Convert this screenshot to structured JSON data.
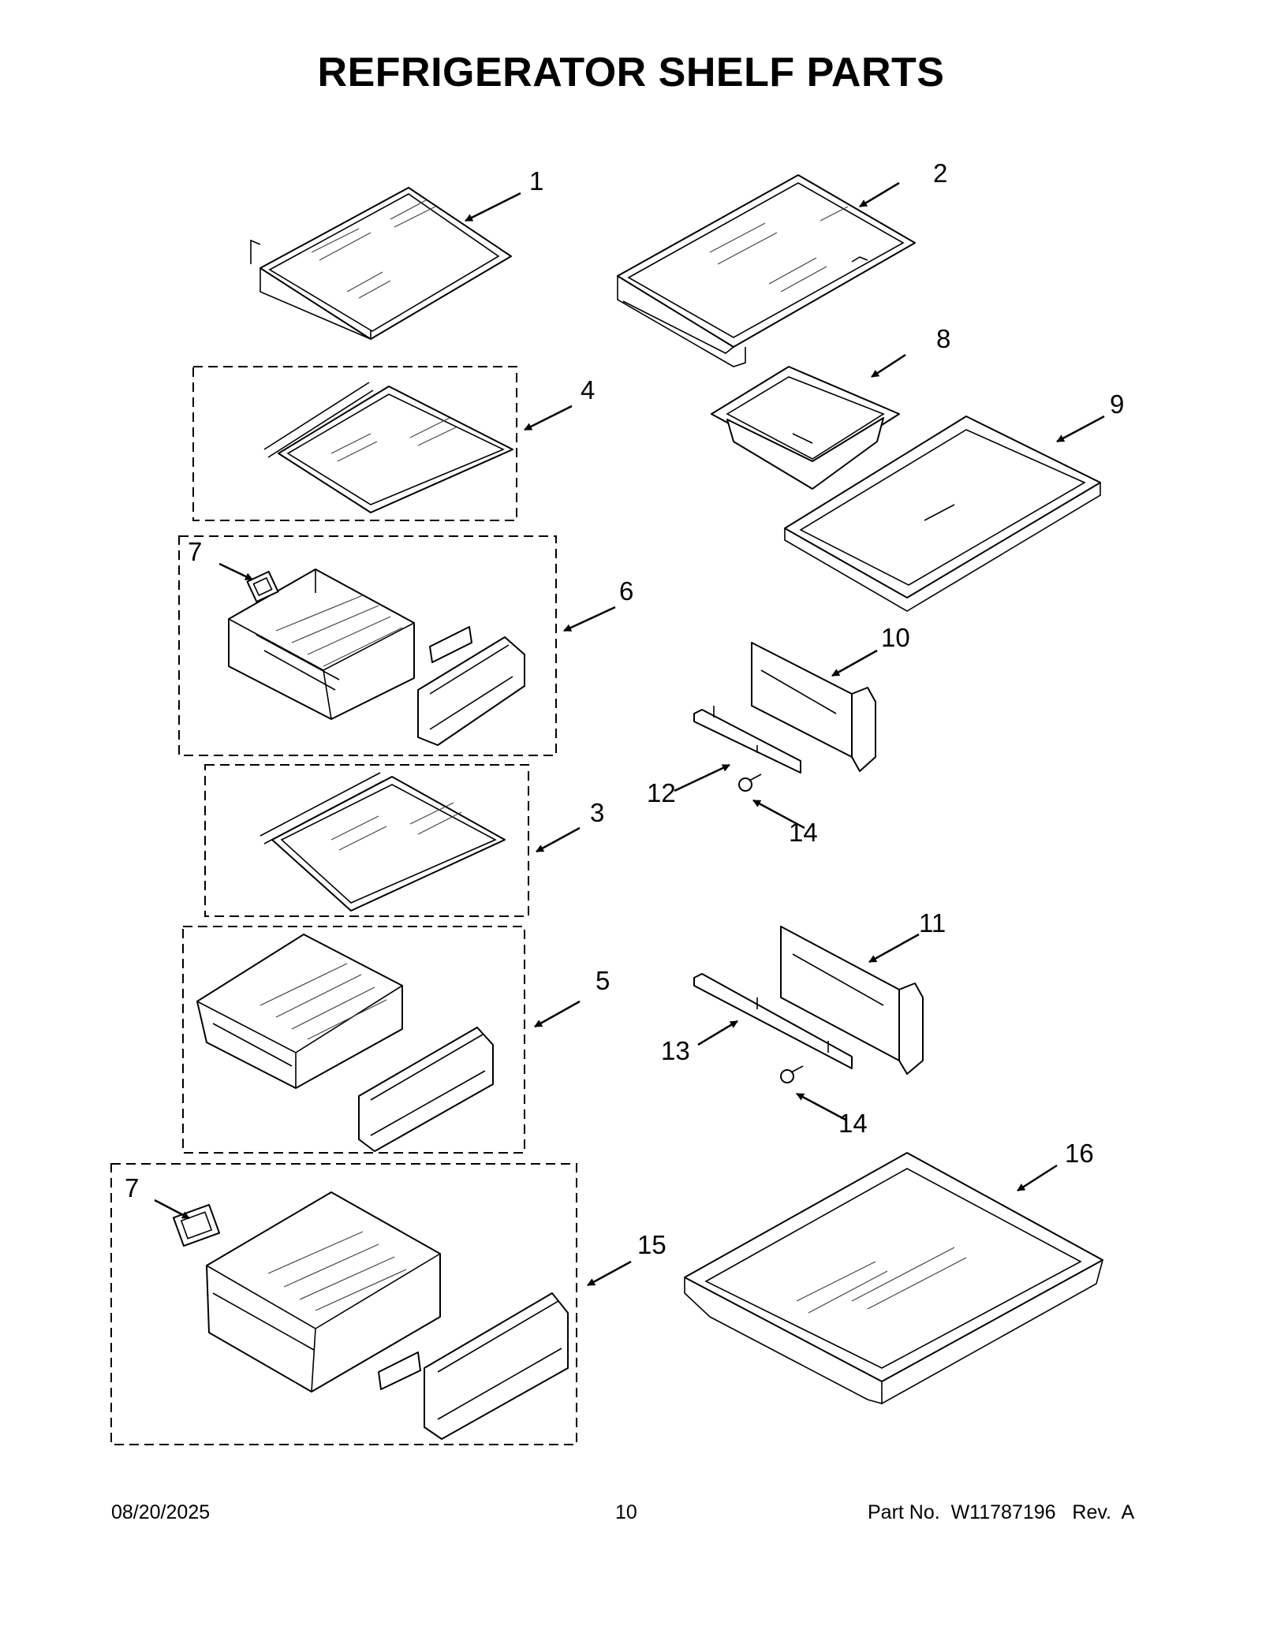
{
  "title": "REFRIGERATOR SHELF PARTS",
  "callouts": {
    "c1": "1",
    "c2": "2",
    "c3": "3",
    "c4": "4",
    "c5": "5",
    "c6": "6",
    "c7a": "7",
    "c7b": "7",
    "c8": "8",
    "c9": "9",
    "c10": "10",
    "c11": "11",
    "c12": "12",
    "c13": "13",
    "c14a": "14",
    "c14b": "14",
    "c15": "15",
    "c16": "16"
  },
  "footer": {
    "date": "08/20/2025",
    "page": "10",
    "part": "Part No.  W11787196   Rev.  A"
  }
}
